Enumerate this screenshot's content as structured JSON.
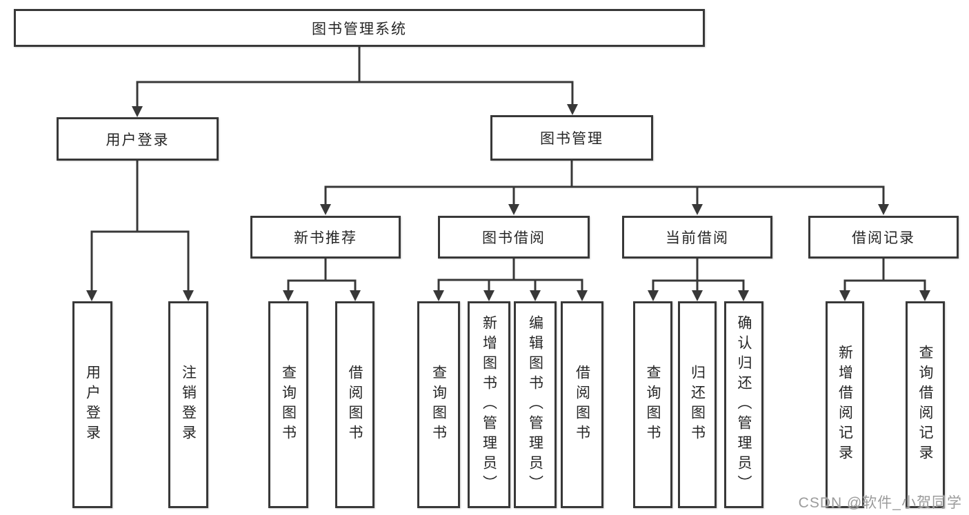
{
  "diagram": {
    "tree": {
      "root": "图书管理系统",
      "children": [
        {
          "label": "用户登录",
          "children": [
            {
              "label": "用户登录"
            },
            {
              "label": "注销登录"
            }
          ]
        },
        {
          "label": "图书管理",
          "children": [
            {
              "label": "新书推荐",
              "children": [
                {
                  "label": "查询图书"
                },
                {
                  "label": "借阅图书"
                }
              ]
            },
            {
              "label": "图书借阅",
              "children": [
                {
                  "label": "查询图书"
                },
                {
                  "label": "新增图书（管理员）"
                },
                {
                  "label": "编辑图书（管理员）"
                },
                {
                  "label": "借阅图书"
                }
              ]
            },
            {
              "label": "当前借阅",
              "children": [
                {
                  "label": "查询图书"
                },
                {
                  "label": "归还图书"
                },
                {
                  "label": "确认归还（管理员）"
                }
              ]
            },
            {
              "label": "借阅记录",
              "children": [
                {
                  "label": "新增借阅记录"
                },
                {
                  "label": "查询借阅记录"
                }
              ]
            }
          ]
        }
      ]
    },
    "colors": {
      "line": "#383838",
      "text": "#262626",
      "background": "#ffffff",
      "watermark": "#9b9b9b"
    },
    "watermark": "CSDN @软件_小贺同学"
  }
}
